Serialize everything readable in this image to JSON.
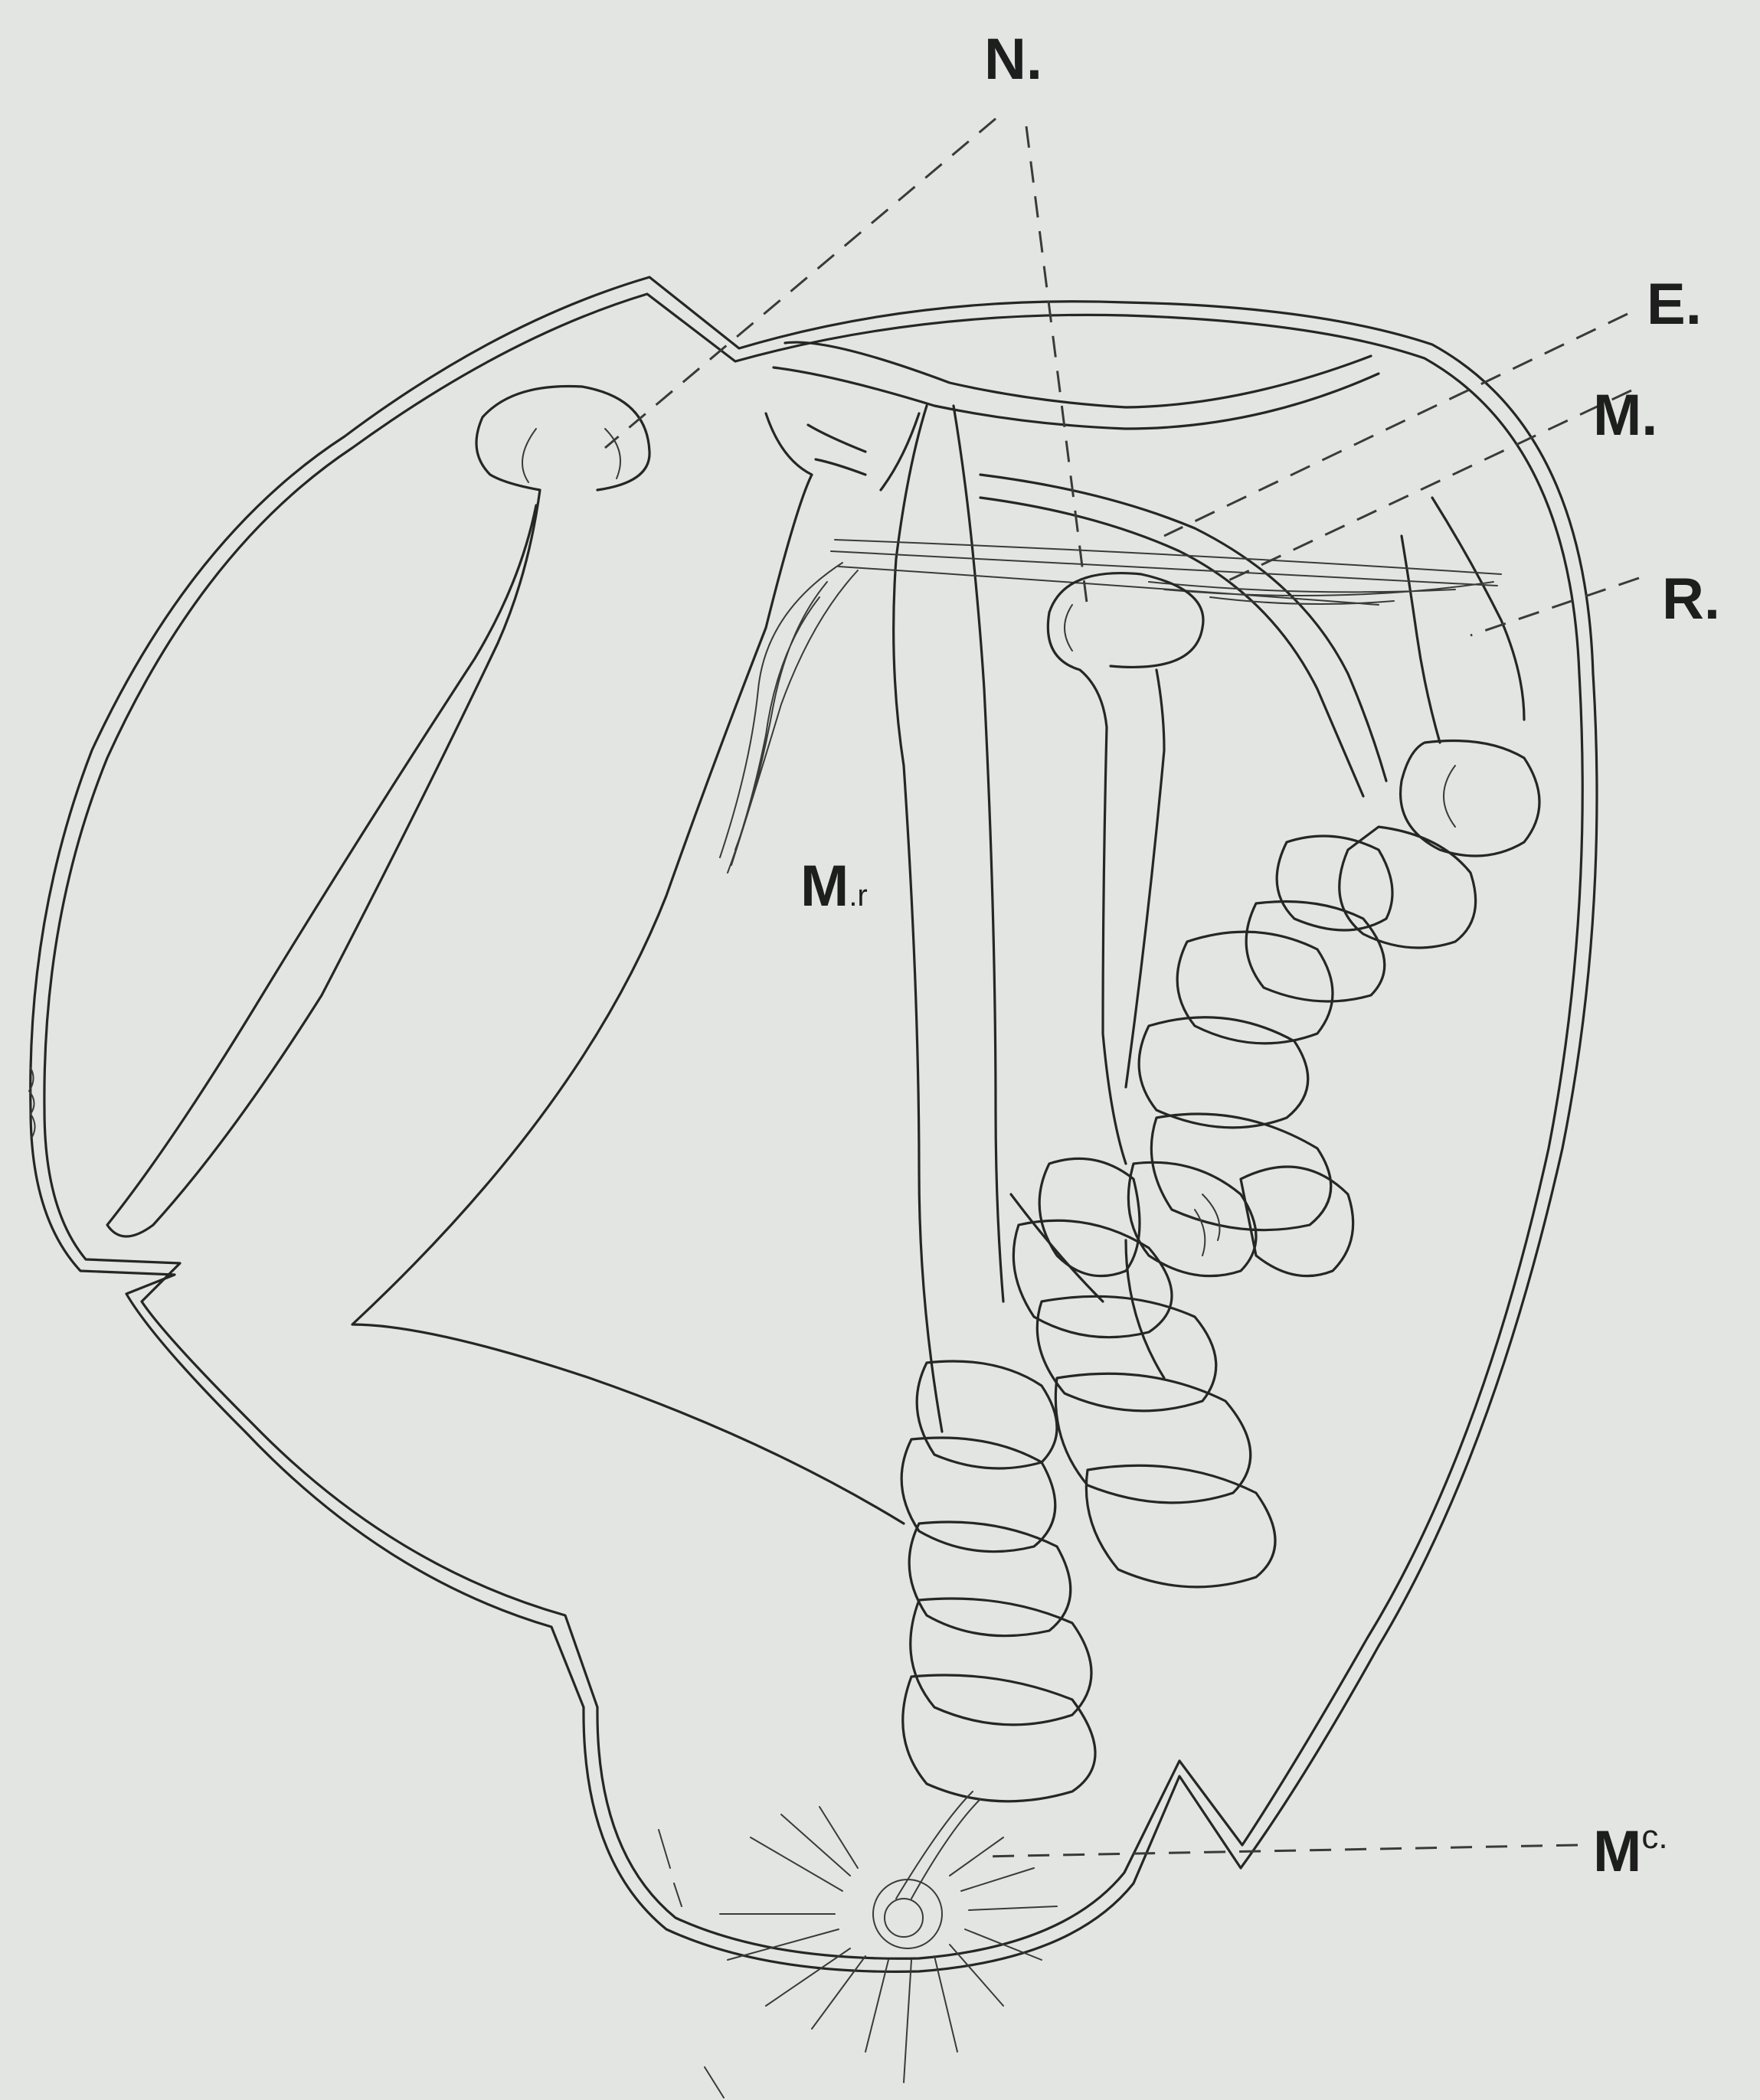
{
  "labels": {
    "n": "N.",
    "e": "E.",
    "m": "M.",
    "r": "R.",
    "mr_main": "M",
    "mr_sub": ".r",
    "mc_main": "M",
    "mc_sup": "c."
  }
}
